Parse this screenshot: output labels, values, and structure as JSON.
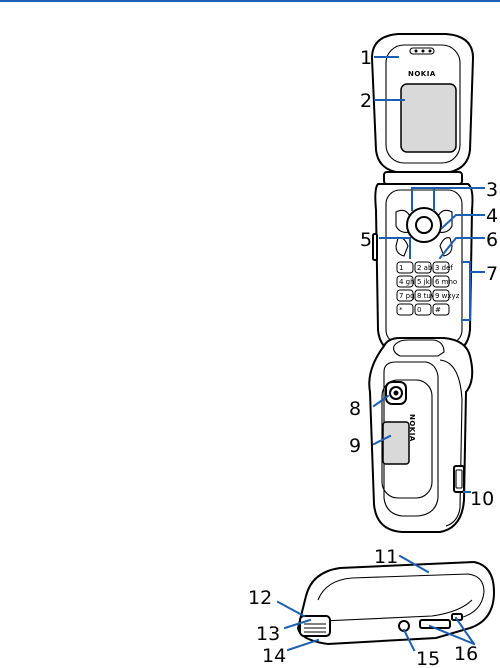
{
  "colors": {
    "accent": "#1a5fb4",
    "rule": "#1f62b3"
  },
  "brand_logo": "NOKIA",
  "keypad": [
    [
      "1",
      "2 abc",
      "3 def"
    ],
    [
      "4 ghi",
      "5 jkl",
      "6 mno"
    ],
    [
      "7 pqrs",
      "8 tuv",
      "9 wxyz"
    ],
    [
      "*",
      "0",
      "#"
    ]
  ],
  "callouts": [
    {
      "id": "1",
      "label": "1"
    },
    {
      "id": "2",
      "label": "2"
    },
    {
      "id": "3",
      "label": "3"
    },
    {
      "id": "4",
      "label": "4"
    },
    {
      "id": "5",
      "label": "5"
    },
    {
      "id": "6",
      "label": "6"
    },
    {
      "id": "7",
      "label": "7"
    },
    {
      "id": "8",
      "label": "8"
    },
    {
      "id": "9",
      "label": "9"
    },
    {
      "id": "10",
      "label": "10"
    },
    {
      "id": "11",
      "label": "11"
    },
    {
      "id": "12",
      "label": "12"
    },
    {
      "id": "13",
      "label": "13"
    },
    {
      "id": "14",
      "label": "14"
    },
    {
      "id": "15",
      "label": "15"
    },
    {
      "id": "16",
      "label": "16"
    }
  ]
}
